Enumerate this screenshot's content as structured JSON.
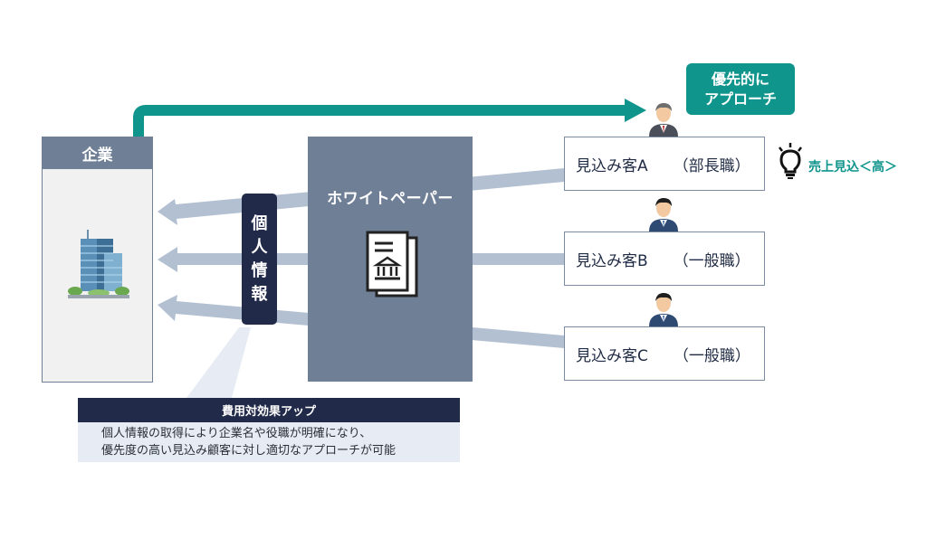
{
  "company": {
    "label": "企業"
  },
  "whitepaper": {
    "title": "ホワイトペーパー"
  },
  "personal_info": {
    "label": "個人情報",
    "chars": [
      "個",
      "人",
      "情",
      "報"
    ]
  },
  "priority_bubble": {
    "line1": "優先的に",
    "line2": "アプローチ"
  },
  "sales_forecast": {
    "label": "売上見込＜高＞"
  },
  "prospects": [
    {
      "name": "見込み客A",
      "role": "（部長職）"
    },
    {
      "name": "見込み客B",
      "role": "（一般職）"
    },
    {
      "name": "見込み客C",
      "role": "（一般職）"
    }
  ],
  "cost_effect": {
    "title": "費用対効果アップ",
    "line1": "個人情報の取得により企業名や役職が明確になり、",
    "line2": "優先度の高い見込み顧客に対し適切なアプローチが可能"
  },
  "colors": {
    "accent": "#10958c",
    "slate": "#6f7f96",
    "navy": "#222a4a",
    "arrow": "#b3c0d1",
    "light_panel": "#e7ecf4"
  },
  "icons": [
    "building-icon",
    "document-icon",
    "person-icon",
    "lightbulb-icon"
  ]
}
